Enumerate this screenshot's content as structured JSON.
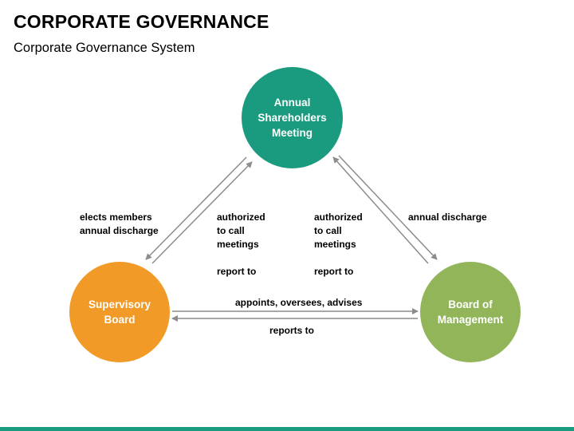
{
  "slide": {
    "title": "CORPORATE GOVERNANCE",
    "subtitle": "Corporate Governance System"
  },
  "nodes": {
    "shareholders": {
      "label": "Annual\nShareholders\nMeeting",
      "color": "#1a9a7e"
    },
    "supervisory": {
      "label": "Supervisory\nBoard",
      "color": "#f29a27"
    },
    "management": {
      "label": "Board of\nManagement",
      "color": "#92b55a"
    }
  },
  "edge_labels": {
    "shareholders_to_supervisory": "elects members\nannual discharge",
    "supervisory_to_shareholders": "authorized\nto call\nmeetings\n\nreport to",
    "management_to_shareholders": "authorized\nto call\nmeetings\n\nreport to",
    "shareholders_to_management": "annual discharge",
    "supervisory_to_management": "appoints, oversees, advises",
    "management_to_supervisory": "reports to"
  },
  "colors": {
    "arrow": "#8c8c8c",
    "accent_bar": "#1a9a7e"
  }
}
